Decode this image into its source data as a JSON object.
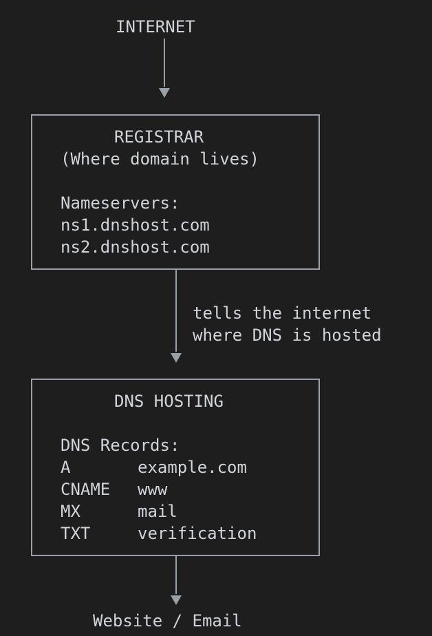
{
  "top_label": "INTERNET",
  "registrar": {
    "title": "REGISTRAR",
    "subtitle": "(Where domain lives)",
    "ns_heading": "Nameservers:",
    "nameservers": [
      "ns1.dnshost.com",
      "ns2.dnshost.com"
    ]
  },
  "connector_note": {
    "line1": "tells the internet",
    "line2": "where DNS is hosted"
  },
  "dns_hosting": {
    "title": "DNS HOSTING",
    "records_heading": "DNS Records:",
    "records": [
      {
        "type": "A",
        "value": "example.com"
      },
      {
        "type": "CNAME",
        "value": "www"
      },
      {
        "type": "MX",
        "value": "mail"
      },
      {
        "type": "TXT",
        "value": "verification"
      }
    ]
  },
  "bottom_label": "Website / Email",
  "colors": {
    "background": "#1e1e1e",
    "text": "#cfd3da",
    "lines": "#9aa0a8"
  }
}
